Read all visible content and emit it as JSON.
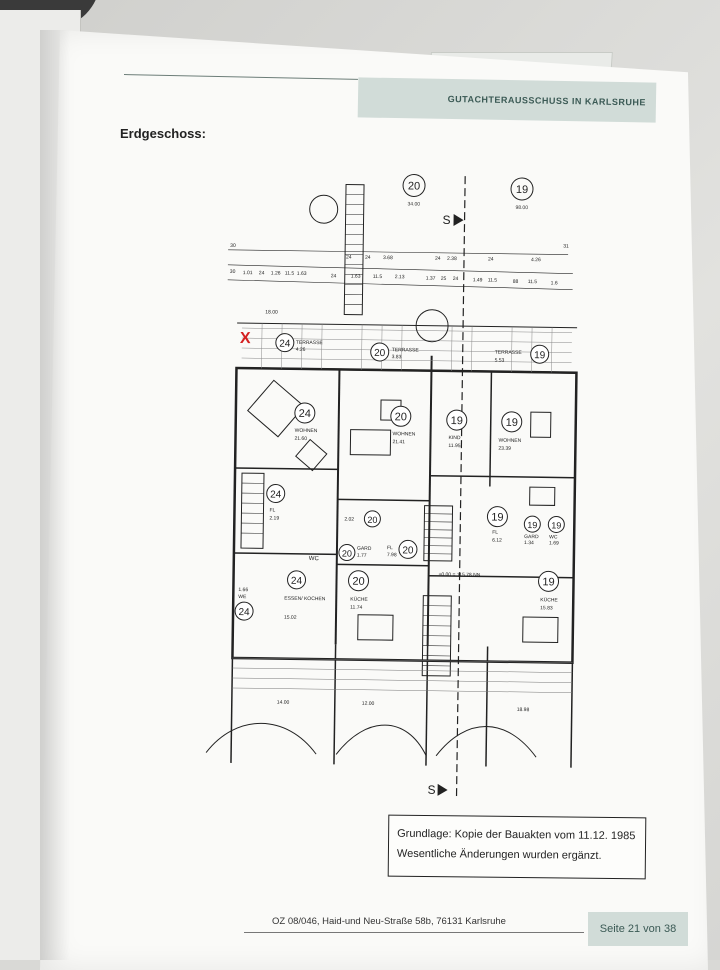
{
  "header": {
    "org_name": "GUTACHTERAUSSCHUSS IN KARLSRUHE"
  },
  "section_heading": "Erdgeschoss:",
  "floor_plan": {
    "top_numbers": [
      "20",
      "19"
    ],
    "top_small": [
      "34.00",
      "98.00"
    ],
    "dims_row1": [
      "30",
      "24",
      "24",
      "3.68",
      "24",
      "2.38",
      "24",
      "4.26",
      "31"
    ],
    "dims_row2": [
      "30",
      "1.01",
      "24",
      "1.26",
      "11.5",
      "1.63",
      "24",
      "1.63",
      "11.5",
      "2.13",
      "1.37",
      "25",
      "24",
      "1.49",
      "11.5",
      "88",
      "11.5",
      "1.6"
    ],
    "width_1800": "18.00",
    "rooms": [
      {
        "num": "24",
        "label": "TERRASSE",
        "area": "4.26"
      },
      {
        "num": "20",
        "label": "TERRASSE",
        "area": "3.83"
      },
      {
        "num": "19",
        "label": "TERRASSE",
        "area": "5.53"
      },
      {
        "num": "24",
        "label": "WOHNEN",
        "area": "21.60"
      },
      {
        "num": "20",
        "label": "WOHNEN",
        "area": "21.41"
      },
      {
        "num": "19",
        "label": "KIND",
        "area": "11.95"
      },
      {
        "num": "19",
        "label": "WOHNEN",
        "area": "23.39"
      },
      {
        "num": "24",
        "label": "FL",
        "area": "2.19"
      },
      {
        "num": "20",
        "label": "",
        "area": "2.02"
      },
      {
        "num": "19",
        "label": "FL",
        "area": "6.12"
      },
      {
        "num": "19",
        "label": "GARD",
        "area": "1.34"
      },
      {
        "num": "19",
        "label": "WC",
        "area": "1.69"
      },
      {
        "num": "20",
        "label": "GARD",
        "area": "1.77"
      },
      {
        "num": "20",
        "label": "FL",
        "area": "7.98"
      },
      {
        "num": "",
        "label": "WC",
        "area": ""
      },
      {
        "num": "24",
        "label": "ESSEN/ KOCHEN",
        "area": "15.02"
      },
      {
        "num": "20",
        "label": "KÜCHE",
        "area": "11.74"
      },
      {
        "num": "19",
        "label": "KÜCHE",
        "area": "15.83"
      },
      {
        "num": "24",
        "label": "WE",
        "area": "1.66"
      }
    ],
    "level_mark": "±0.00 = 115.78 NN",
    "bottom_dims": [
      "14.00",
      "12.00",
      "18.98"
    ],
    "section_mark": "S",
    "cross_mark": "X"
  },
  "note": {
    "line1": "Grundlage: Kopie der Bauakten vom 11.12. 1985",
    "line2": "Wesentliche Änderungen wurden ergänzt."
  },
  "footer": {
    "address": "OZ 08/046, Haid-und Neu-Straße 58b, 76131 Karlsruhe",
    "page": "Seite 21 von 38"
  },
  "colors": {
    "accent_box": "#d1dcd8",
    "accent_text": "#3b5a55",
    "mark_red": "#d42020"
  }
}
